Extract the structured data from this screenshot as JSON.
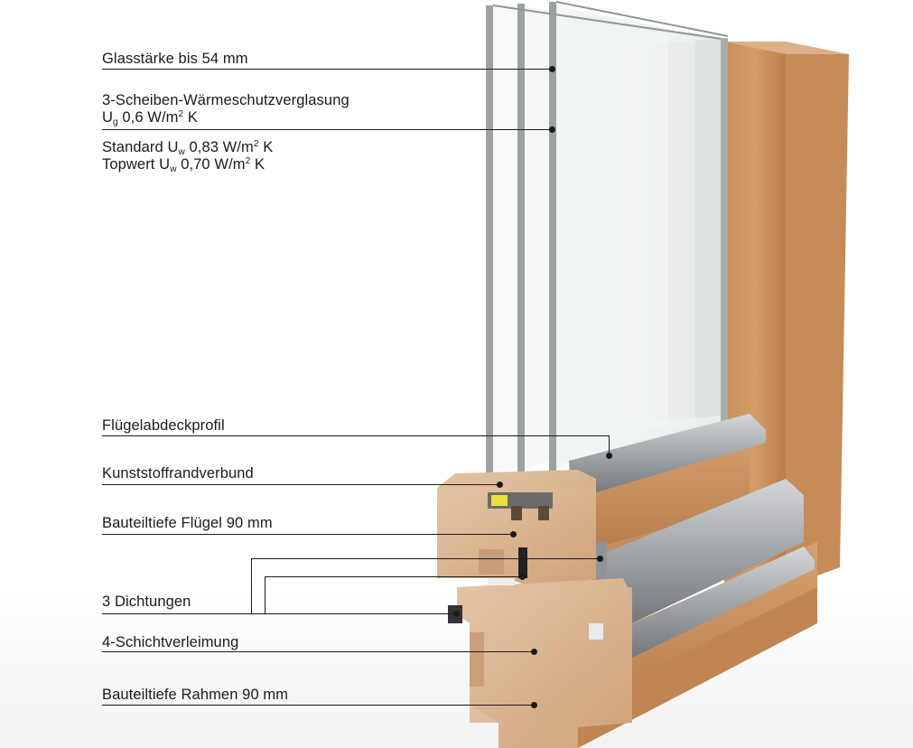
{
  "labels": {
    "glass_thickness": "Glasstärke bis 54 mm",
    "glazing_title": "3-Scheiben-Wärmeschutzverglasung",
    "ug_prefix": "U",
    "ug_sub": "g",
    "ug_value": " 0,6 W/m",
    "ug_sup": "2",
    "ug_unit": " K",
    "uw_standard_prefix": "Standard U",
    "uw_sub": "w",
    "uw_standard_value": " 0,83 W/m",
    "uw_sup": "2",
    "uw_unit": " K",
    "uw_top_prefix": "Topwert U",
    "uw_top_value": " 0,70 W/m",
    "sash_cover_profile": "Flügelabdeckprofil",
    "plastic_edge_seal": "Kunststoffrandverbund",
    "sash_depth": "Bauteiltiefe Flügel 90 mm",
    "seals": "3 Dichtungen",
    "lamination": "4-Schichtverleimung",
    "frame_depth": "Bauteiltiefe Rahmen 90 mm"
  },
  "colors": {
    "text": "#1b1b1b",
    "wood_light": "#d9b595",
    "wood_dark": "#c0895a",
    "aluminium": "#a9acb0",
    "glass": "#e3ece8"
  }
}
